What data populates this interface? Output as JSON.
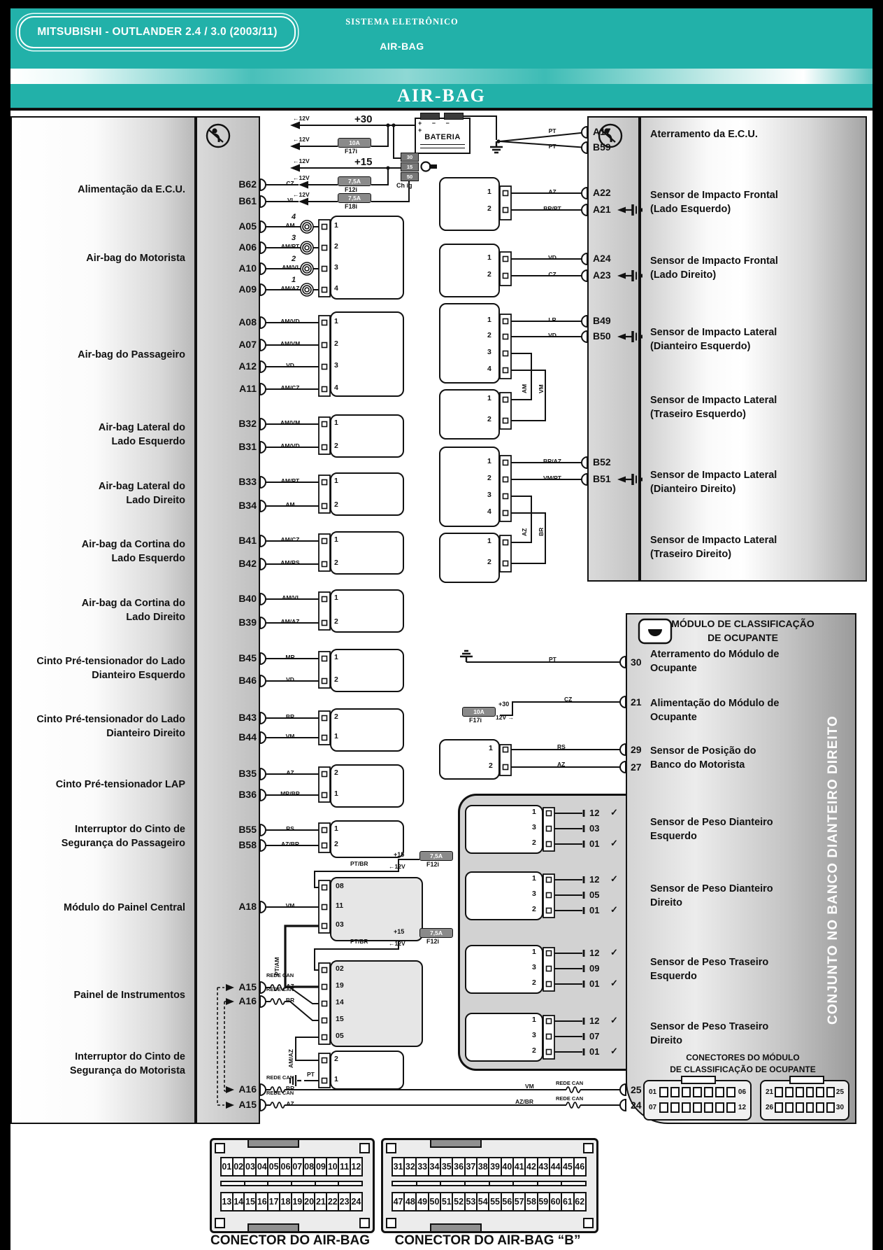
{
  "header": {
    "brand": "MITSUBISHI - OUTLANDER 2.4 / 3.0 (2003/11)",
    "system_line1": "SISTEMA ELETRÔNICO",
    "system_line2": "AIR-BAG",
    "title": "AIR-BAG",
    "accent_color": "#22b1a9"
  },
  "left_labels": [
    "Alimentação da E.C.U.",
    "Air-bag do Motorista",
    "Air-bag do Passageiro",
    "Air-bag Lateral do\nLado Esquerdo",
    "Air-bag Lateral do\nLado Direito",
    "Air-bag da Cortina do\nLado Esquerdo",
    "Air-bag da Cortina do\nLado Direito",
    "Cinto Pré-tensionador do Lado\nDianteiro Esquerdo",
    "Cinto Pré-tensionador do Lado\nDianteiro Direito",
    "Cinto Pré-tensionador LAP",
    "Interruptor do Cinto de\nSegurança do Passageiro",
    "Módulo do Painel Central",
    "Painel de Instrumentos",
    "Interruptor do Cinto de\nSegurança do Motorista"
  ],
  "right_labels": [
    "Aterramento da E.C.U.",
    "Sensor de Impacto Frontal\n(Lado Esquerdo)",
    "Sensor de Impacto Frontal\n(Lado Direito)",
    "Sensor de Impacto Lateral\n(Dianteiro Esquerdo)",
    "Sensor de Impacto Lateral\n(Traseiro Esquerdo)",
    "Sensor de Impacto Lateral\n(Dianteiro Direito)",
    "Sensor de Impacto Lateral\n(Traseiro Direito)"
  ],
  "left_pins": [
    {
      "id": "B62",
      "wire": "CZ"
    },
    {
      "id": "B61",
      "wire": "VI"
    },
    {
      "id": "A05",
      "wire": "AM"
    },
    {
      "id": "A06",
      "wire": "AM/PT"
    },
    {
      "id": "A10",
      "wire": "AM/VI"
    },
    {
      "id": "A09",
      "wire": "AM/AZ"
    },
    {
      "id": "A08",
      "wire": "AM/VD"
    },
    {
      "id": "A07",
      "wire": "AM/VM"
    },
    {
      "id": "A12",
      "wire": "VD"
    },
    {
      "id": "A11",
      "wire": "AM/CZ"
    },
    {
      "id": "B32",
      "wire": "AM/VM"
    },
    {
      "id": "B31",
      "wire": "AM/VD"
    },
    {
      "id": "B33",
      "wire": "AM/PT"
    },
    {
      "id": "B34",
      "wire": "AM"
    },
    {
      "id": "B41",
      "wire": "AM/CZ"
    },
    {
      "id": "B42",
      "wire": "AM/RS"
    },
    {
      "id": "B40",
      "wire": "AM/VI"
    },
    {
      "id": "B39",
      "wire": "AM/AZ"
    },
    {
      "id": "B45",
      "wire": "MR"
    },
    {
      "id": "B46",
      "wire": "VD"
    },
    {
      "id": "B43",
      "wire": "BR"
    },
    {
      "id": "B44",
      "wire": "VM"
    },
    {
      "id": "B35",
      "wire": "AZ"
    },
    {
      "id": "B36",
      "wire": "MR/BR"
    },
    {
      "id": "B55",
      "wire": "RS"
    },
    {
      "id": "B58",
      "wire": "AZ/BR"
    },
    {
      "id": "A18",
      "wire": "VM"
    },
    {
      "id": "A15",
      "wire": "AZ",
      "can": "REDE CAN"
    },
    {
      "id": "A16",
      "wire": "BR",
      "can": "REDE CAN"
    },
    {
      "id": "A16",
      "wire": "BR",
      "can": "REDE CAN"
    },
    {
      "id": "A15",
      "wire": "AZ",
      "can": "REDE CAN"
    }
  ],
  "right_pins": [
    {
      "id": "A17",
      "wire": "PT"
    },
    {
      "id": "B59",
      "wire": "PT"
    },
    {
      "id": "A22",
      "wire": "AZ"
    },
    {
      "id": "A21",
      "wire": "BR/PT"
    },
    {
      "id": "A24",
      "wire": "VD"
    },
    {
      "id": "A23",
      "wire": "CZ"
    },
    {
      "id": "B49",
      "wire": "LR"
    },
    {
      "id": "B50",
      "wire": "VD"
    },
    {
      "id": "B52",
      "wire": "BR/AZ"
    },
    {
      "id": "B51",
      "wire": "VM/PT"
    }
  ],
  "module": {
    "title": "MÓDULO DE CLASSIFICAÇÃO\nDE OCUPANTE",
    "labels": [
      "Aterramento do Módulo de\nOcupante",
      "Alimentação do Módulo de\nOcupante",
      "Sensor de Posição do\nBanco do Motorista",
      "Sensor de Peso Dianteiro\nEsquerdo",
      "Sensor de Peso Dianteiro\nDireito",
      "Sensor de Peso Traseiro\nEsquerdo",
      "Sensor de Peso Traseiro\nDireito"
    ],
    "vertical_note": "CONJUNTO NO BANCO DIANTEIRO DIREITO",
    "connectors_title": "CONECTORES DO MÓDULO\nDE CLASSIFICAÇÃO DE OCUPANTE",
    "pins": [
      {
        "id": "30",
        "wire": "PT"
      },
      {
        "id": "21",
        "wire": "CZ"
      },
      {
        "id": "29",
        "wire": "RS"
      },
      {
        "id": "27",
        "wire": "AZ"
      },
      {
        "id": "25",
        "wire": "VM"
      },
      {
        "id": "24",
        "wire": "AZ/BR"
      }
    ],
    "conn_left": {
      "r1a": "01",
      "r1b": "06",
      "r2a": "07",
      "r2b": "12"
    },
    "conn_right": {
      "r1a": "21",
      "r1b": "25",
      "r2a": "26",
      "r2b": "30"
    }
  },
  "weights": {
    "fl": [
      {
        "v": "12",
        "c": "✓"
      },
      {
        "v": "03",
        "c": ""
      },
      {
        "v": "01",
        "c": "✓"
      }
    ],
    "fr": [
      {
        "v": "12",
        "c": "✓"
      },
      {
        "v": "05",
        "c": ""
      },
      {
        "v": "01",
        "c": "✓"
      }
    ],
    "te": [
      {
        "v": "12",
        "c": "✓"
      },
      {
        "v": "09",
        "c": ""
      },
      {
        "v": "01",
        "c": "✓"
      }
    ],
    "td": [
      {
        "v": "12",
        "c": "✓"
      },
      {
        "v": "07",
        "c": ""
      },
      {
        "v": "01",
        "c": "✓"
      }
    ]
  },
  "power": {
    "v12": "←12V",
    "v12_right": "12V →",
    "plus30": "+30",
    "plus15": "+15",
    "battery": "BATERIA",
    "ch_ig": "Ch ig",
    "ign": [
      "30",
      "15",
      "50"
    ],
    "fuse_f17": {
      "amp": "10A",
      "id": "F17i"
    },
    "fuse_f12": {
      "amp": "7,5A",
      "id": "F12i"
    },
    "fuse_f18": {
      "amp": "7,5A",
      "id": "F18i"
    }
  },
  "bus": {
    "label": "REDE CAN"
  },
  "wire_tags": {
    "pt_br": "PT/BR",
    "pt_am": "PT/AM",
    "am_az": "AM/AZ",
    "pt": "PT",
    "am": "AM",
    "vm": "VM",
    "az": "AZ",
    "br": "BR"
  },
  "components": {
    "driver_pins": [
      "1",
      "2",
      "3",
      "4"
    ],
    "driver_coils": [
      "4",
      "3",
      "2",
      "1"
    ],
    "passenger_pins": [
      "1",
      "2",
      "3",
      "4"
    ],
    "two_pin": [
      "1",
      "2"
    ],
    "two_pin_rev": [
      "2",
      "1"
    ],
    "painel_pins": [
      "08",
      "11",
      "03"
    ],
    "cluster_pins": [
      "02",
      "19",
      "14",
      "15",
      "05"
    ],
    "four_pin": [
      "1",
      "2",
      "3",
      "4"
    ],
    "weight_pins": [
      "1",
      "3",
      "2"
    ]
  },
  "connector_a": {
    "label": "CONECTOR DO AIR-BAG “A”",
    "row1": [
      "01",
      "02",
      "03",
      "04",
      "05",
      "06",
      "07",
      "08",
      "09",
      "10",
      "11",
      "12"
    ],
    "row2": [
      "13",
      "14",
      "15",
      "16",
      "17",
      "18",
      "19",
      "20",
      "21",
      "22",
      "23",
      "24"
    ]
  },
  "connector_b": {
    "label": "CONECTOR DO AIR-BAG “B”",
    "row1": [
      "31",
      "32",
      "33",
      "34",
      "35",
      "36",
      "37",
      "38",
      "39",
      "40",
      "41",
      "42",
      "43",
      "44",
      "45",
      "46"
    ],
    "row2": [
      "47",
      "48",
      "49",
      "50",
      "51",
      "52",
      "53",
      "54",
      "55",
      "56",
      "57",
      "58",
      "59",
      "60",
      "61",
      "62"
    ]
  }
}
